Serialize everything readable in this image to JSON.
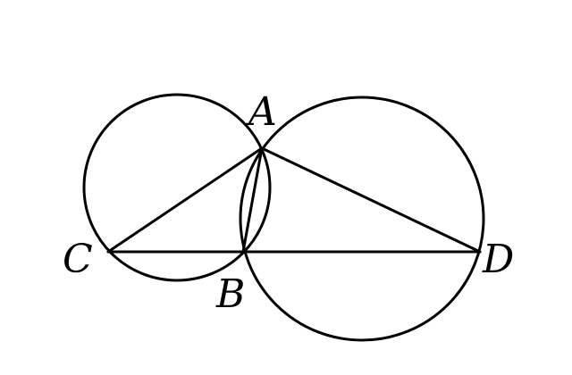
{
  "labels": {
    "A": "A",
    "B": "B",
    "C": "C",
    "D": "D"
  },
  "colors": {
    "stroke": "#000000",
    "background": "#ffffff"
  }
}
